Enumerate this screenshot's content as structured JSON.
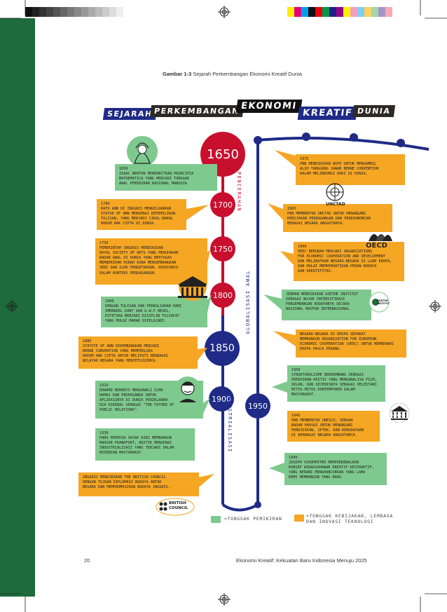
{
  "caption": {
    "label": "Gambar 1-3",
    "text": "Sejarah Perkembangan Ekonomi Kreatif Dunia"
  },
  "title": {
    "w1": "SEJARAH",
    "w2": "PERKEMBANGAN",
    "w3": "EKONOMI",
    "w4": "KREATIF",
    "w5": "DUNIA"
  },
  "nodes": {
    "n1650": "1650",
    "n1700": "1700",
    "n1750": "1750",
    "n1800": "1800",
    "n1850": "1850",
    "n1900": "1900",
    "n1950": "1950"
  },
  "axis_labels": {
    "pencerahan": "PENCERAHAN",
    "globalisasi": "GLOBALISASI AWAL",
    "industrialisasi": "INDUSTRIALISASI"
  },
  "left_events": {
    "e1650": "1650\nISAAC NEWTON MENERBITKAN PRINCIPIA\nMATHEMATICA YANG MENJADI TONGGAK\nAWAL PEMIKIRAN RASIONAL MANUSIA",
    "e1700": "1700\nRATU ANN DI INGGRIS MENGELUARKAN\nSTATUE OF ANN MENGENAI KEPEMILIKAN\nTULISAN, YANG MENJADI CIKAL-BAKAL\nHUKUM HAK CIPTA DI DUNIA.",
    "e1750": "1750\nPEMERINTAH INGGRIS MENDIRIKAN\nROYAL SOCIETY OF ARTS YANG MERUPAKAN\nBADAN AWAL DI DUNIA YANG BERTUGAS\nMEMBERIKAN HIBAH GUNA MENGEMBANGKAN\nSENI DAN ILMU PENGETAHUAN, KHUSUSNYA\nDALAM KONTEKS PERDAGANGAN.",
    "e1800": "1800\nDENGAN TULISAN DAN PERKULIAHAN DARI\nIMMANUEL KANT DAN G.W.F HEGEL,\nESTETIKA MENJADI DISIPLIN FILSAFAT\nYANG MULAI MARAK DIPELAJARI.",
    "e1885": "1885\nSTATUTE OF ANN DIKEMBANGKAN MENJADI\nBERNE CONVENTION YANG MEMPERLUAS\nHUKUM HAK CIPTA UNTUK MELIPUTI BERBAGAI\nWILAYAH NEGARA YANG MENYETUJUINYA.",
    "e1910": "1910\nEDWARD BERNAYS MENGAWALI ILMU\nHUMAS DAN PROPAGANDA UNTUK\nAPLIKASINYA DI DUNIA PERIKLANAN.\nDIA DIKENAL SEBAGAI \"THE FATHER OF\nPUBLIC RELATIONS\".",
    "e1930": "1930\nPARA PEMIKIR SAYAP KIRI MEMBANGUN\nMAHZAB FRANKFURT, KRITIK MENGENAI\nINDUSTRIALISASI YANG TERJADI DALAM\nKESENIAN MASYARAKAT.",
    "ebritish": "INGGRIS MENDIRIKAN THE BRITISH COUNCIL\nDENGAN TUJUAN DIPLOMASI BUDAYA ANTAR\nNEGARA DAN MEMPROMOSIKAN BUDAYA INGGRIS."
  },
  "right_events": {
    "e1975": "1975\nPBB MENDIRIKAN WIPO UNTUK MENGAMBIL\nALIH TANGGUNG JAWAB BERNE CONVENTION\nDALAM MELINDUNGI HAKI DI DUNIA.",
    "e1965": "1965\nPBB MEMBENTUK UNCTAD UNTUK MENANGANI\nKEBIJAKAN PERDAGANGAN DAN PEREKONOMIAN\nBEBAGAI NEGARA ANGGOTANYA.",
    "e1960": "1960\nOEEC BERUBAH MENJADI ORGANIZATIONS\nFOR ECONOMIC COOPERATION AND DEVELOPMENT\nDAN MELIBATKAN NEGARA-NEGARA DI LUAR EROPA,\nDAN MULAI MEMPERHATIKAN PERAN BUDAYA\nDAN KREATIFITAS.",
    "egoethe": "JERMAN MENDIRIKAN GOETHE INSTITUT\nSEBAGAI WUJUD INTENSIFIKASI\nPENGEMBANGAN BUDAYANYA SECARA\nNASIONAL MAUPUN INTERNASIONAL.",
    "eoeec": "NEGARA-NEGARA DI EROPA SEPAKAT\nMEMBANGUN ORGANIZATION FOR EUROPEAN\nECONOMIC COOPERATION (OEEC) UNTUK MEMBENAHI\nEROPA PASCA PERANG.",
    "e1950": "1950\nSTRUKTURALISME BERKEMBANG SEBAGAI\nPEMIKIRAN KRITIS YANG MENGANALISA FILM,\nIKLAN, DAN SEJENISNYA SEBAGAI PELESTARI\nMITOS-MITOS KONTEMPORER DALAM\nMASYARAKAT.",
    "e1945": "1945\nPBB MEMBENTUK UNESCO, SEBUAH\nBADAN KHUSUS UNTUK MENANGANI\nPENDIDIKAN, IPTEK, DAN KEBUDAYAAN\nDI BERBAGAI NEGARA ANGGOTANYA.",
    "e1940": "1940\nJOSEPH SCHUMPETER MEMPERKENALKAN\nKONSEP WIRAUSAHAWAN KREATIF-DESTRUKTIF,\nYANG BERANI MENGHANCURKAN YANG LAMA\nDEMI MEMBANGUN YANG BARU."
  },
  "logos": {
    "unctad": "UNCTAD",
    "oecd": "OECD",
    "goethe": "GOETHE INSTITUT",
    "unesco": "UNESCO",
    "british": "BRITISH\nCOUNCIL"
  },
  "legend": {
    "green": "=TONGGAK PEMIKIRAN",
    "orange": "=TONGGAK KEBIJAKAN, LEMBAGA\n DAN INOVASI TEKNOLOGI"
  },
  "footer": {
    "page": "20",
    "book": "Ekonomi Kreatif: Kekuatan Baru Indonesia Menuju 2025"
  },
  "colors": {
    "spine": "#1e6b3c",
    "red": "#c8102e",
    "navy": "#1f2b86",
    "green": "#7ec98d",
    "orange": "#f5a623"
  }
}
